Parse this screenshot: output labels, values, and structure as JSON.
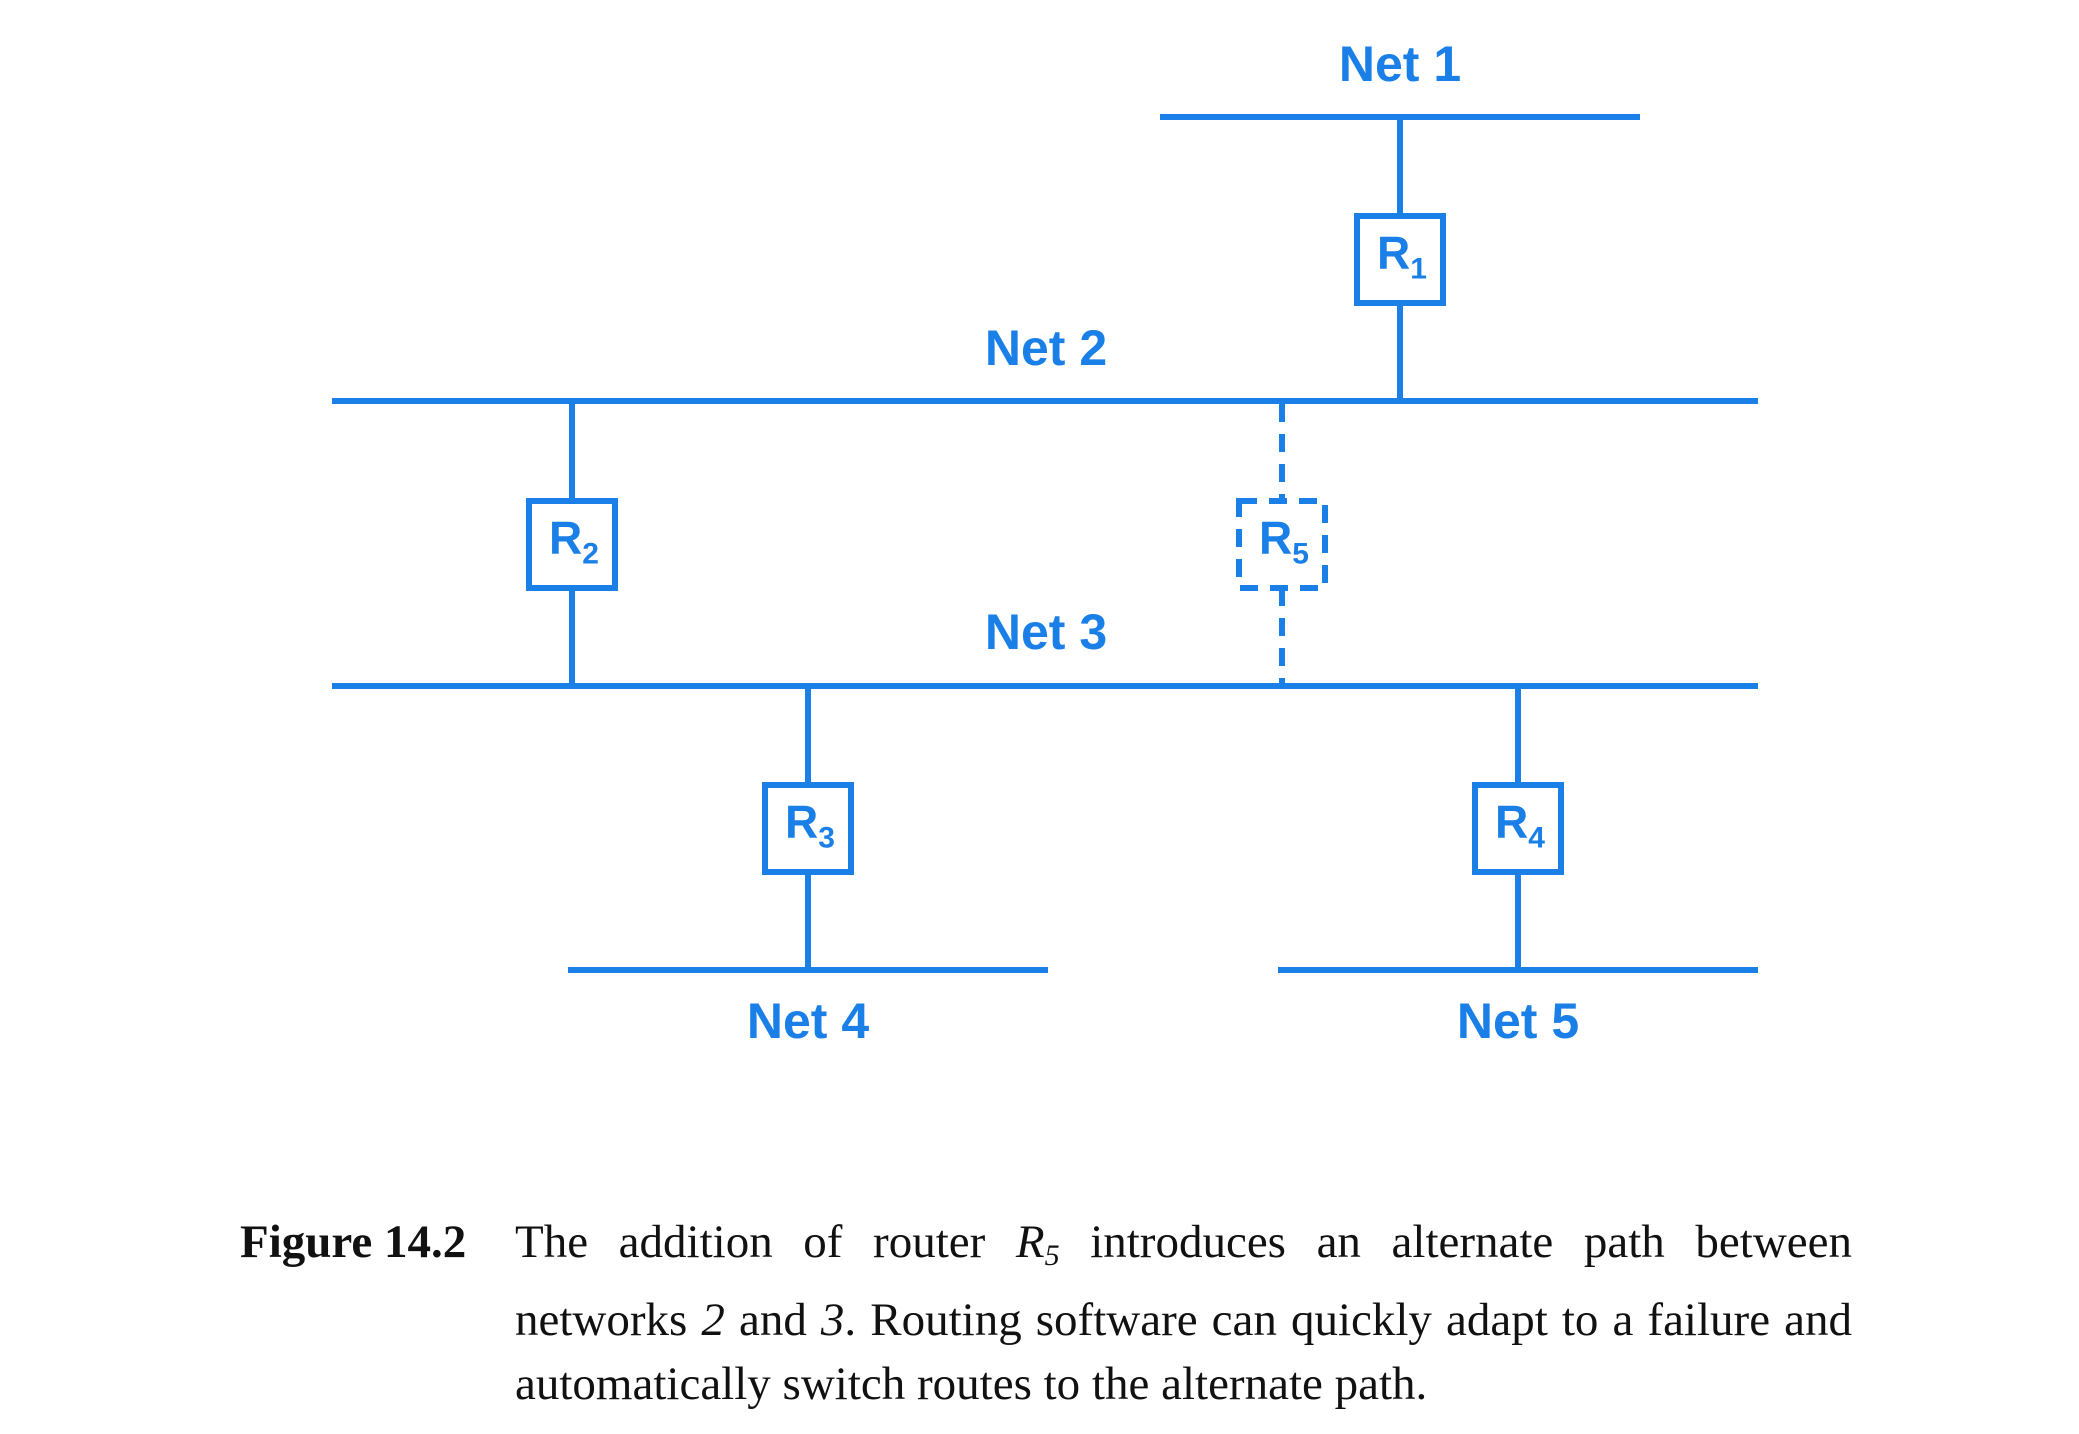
{
  "colors": {
    "diagram": "#1a7fe6",
    "caption": "#111111"
  },
  "networks": [
    {
      "id": "net1",
      "label": "Net 1"
    },
    {
      "id": "net2",
      "label": "Net 2"
    },
    {
      "id": "net3",
      "label": "Net 3"
    },
    {
      "id": "net4",
      "label": "Net 4"
    },
    {
      "id": "net5",
      "label": "Net 5"
    }
  ],
  "routers": [
    {
      "id": "r1",
      "letter": "R",
      "subscript": "1",
      "dashed": false
    },
    {
      "id": "r2",
      "letter": "R",
      "subscript": "2",
      "dashed": false
    },
    {
      "id": "r3",
      "letter": "R",
      "subscript": "3",
      "dashed": false
    },
    {
      "id": "r4",
      "letter": "R",
      "subscript": "4",
      "dashed": false
    },
    {
      "id": "r5",
      "letter": "R",
      "subscript": "5",
      "dashed": true
    }
  ],
  "caption": {
    "label": "Figure 14.2",
    "part1": "The addition of router ",
    "router_letter": "R",
    "router_subscript": "5",
    "part2": " introduces an alternate path between networks ",
    "net_a": "2",
    "part3": " and ",
    "net_b": "3",
    "part4": ".  Routing software can quickly adapt to a failure and automatically switch routes to the alternate path."
  }
}
